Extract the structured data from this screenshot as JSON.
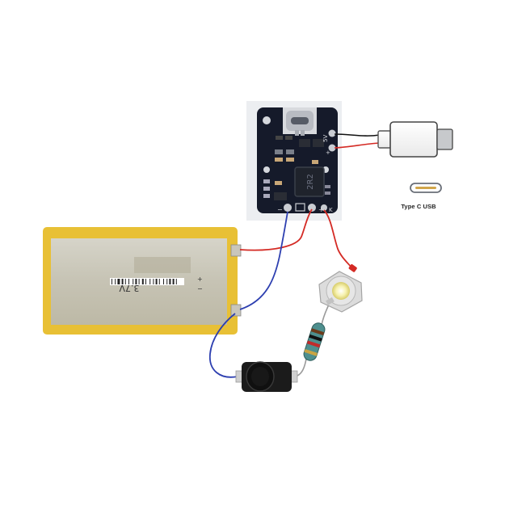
{
  "board": {
    "label_5v": "5V",
    "label_plus": "+",
    "label_minus": "−",
    "inductor_code": "2R2",
    "bat_minus": "−",
    "bat_plus": "+",
    "bat_k": "K"
  },
  "battery": {
    "voltage_text": "3.7V",
    "plus_mark": "+",
    "minus_mark": "−"
  },
  "usb_c": {
    "caption": "Type C USB"
  },
  "colors": {
    "pcb": "#151a2a",
    "battery_body": "#c9c6b8",
    "battery_tape": "#e8c035",
    "wire_red": "#d42a24",
    "wire_blue": "#2d3fb0",
    "wire_black": "#111111",
    "led_glow": "#f4ee9e"
  }
}
